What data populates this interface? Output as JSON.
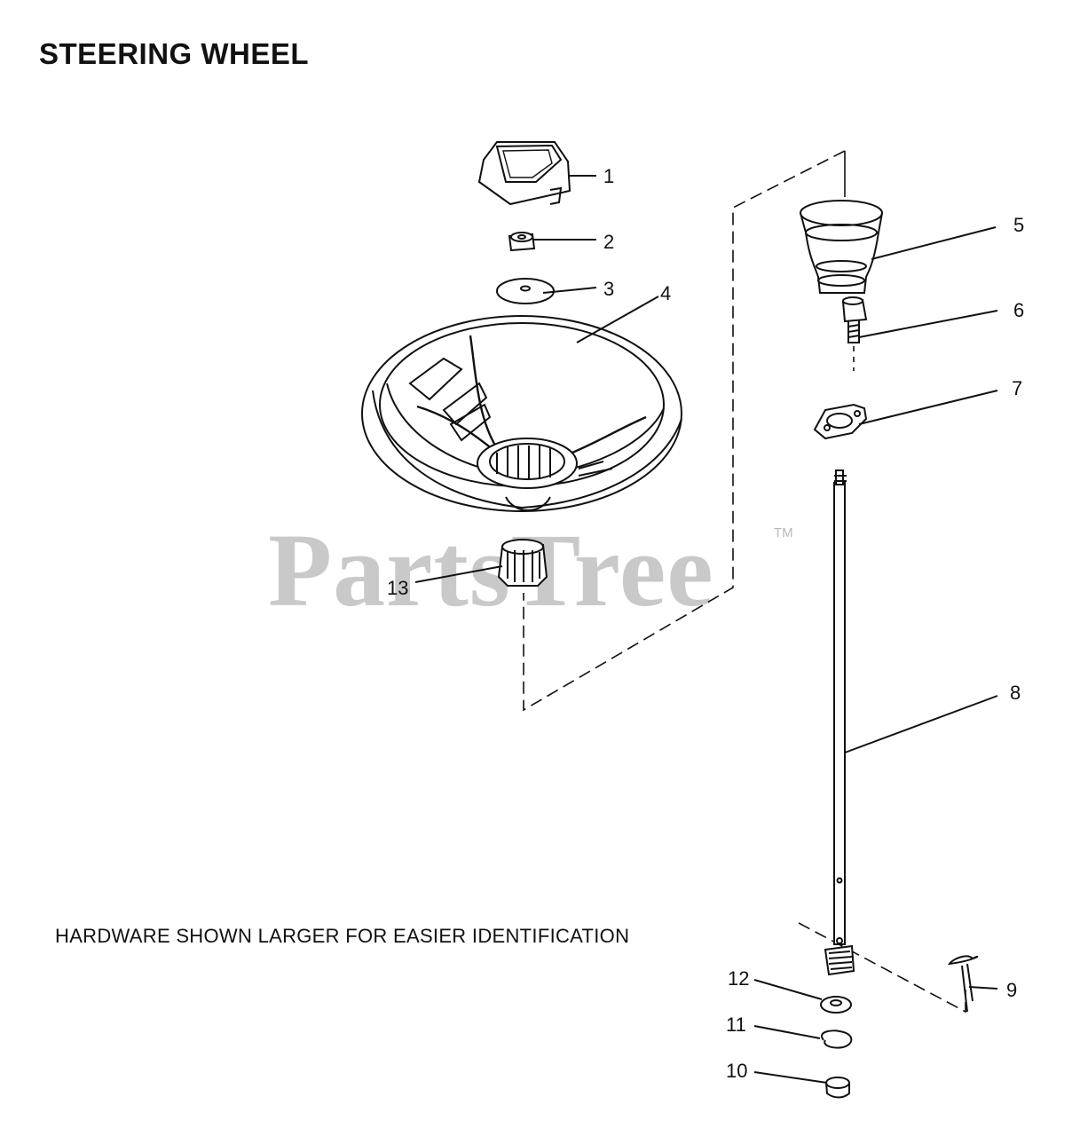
{
  "title": "STEERING WHEEL",
  "note": "HARDWARE SHOWN LARGER FOR EASIER IDENTIFICATION",
  "watermark": "PartsTree",
  "watermark_mark": "TM",
  "callouts": {
    "c1": "1",
    "c2": "2",
    "c3": "3",
    "c4": "4",
    "c5": "5",
    "c6": "6",
    "c7": "7",
    "c8": "8",
    "c9": "9",
    "c10": "10",
    "c11": "11",
    "c12": "12",
    "c13": "13"
  },
  "colors": {
    "line": "#111111",
    "watermark": "#c9c9c9",
    "background": "#ffffff"
  }
}
